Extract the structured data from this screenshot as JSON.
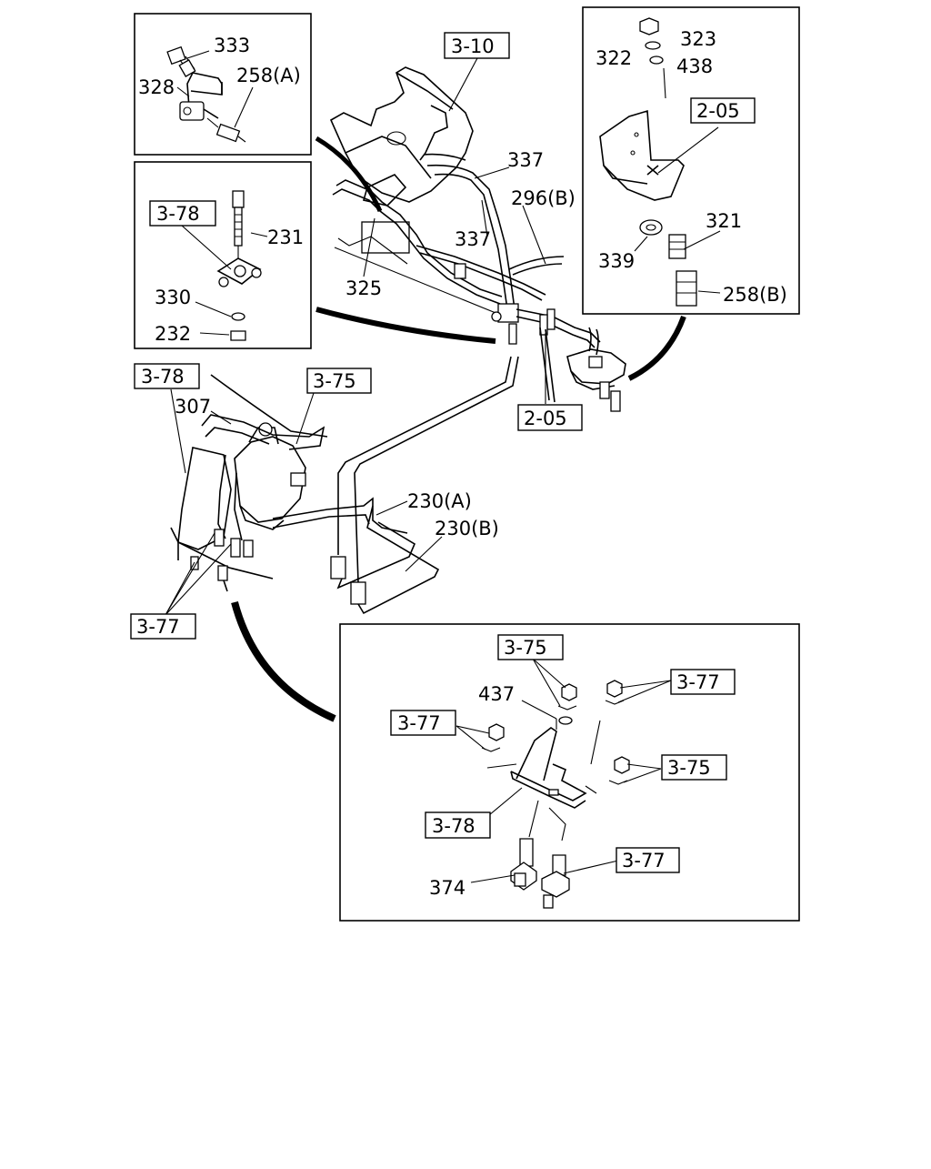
{
  "diagram": {
    "labels": {
      "l333": "333",
      "l328": "328",
      "l258a": "258(A)",
      "l322": "322",
      "l323": "323",
      "l438": "438",
      "l321": "321",
      "l339": "339",
      "l258b": "258(B)",
      "l231": "231",
      "l330": "330",
      "l232": "232",
      "l337a": "337",
      "l337b": "337",
      "l296b": "296(B)",
      "l325": "325",
      "l307": "307",
      "l230a": "230(A)",
      "l230b": "230(B)",
      "l437": "437",
      "l374": "374"
    },
    "refs": {
      "r310": "3-10",
      "r205top": "2-05",
      "r205mid": "2-05",
      "r378inset": "3-78",
      "r378main": "3-78",
      "r375main": "3-75",
      "r377main": "3-77",
      "r375det1": "3-75",
      "r377det1": "3-77",
      "r377det2": "3-77",
      "r375det2": "3-75",
      "r378det": "3-78",
      "r377det3": "3-77"
    }
  }
}
